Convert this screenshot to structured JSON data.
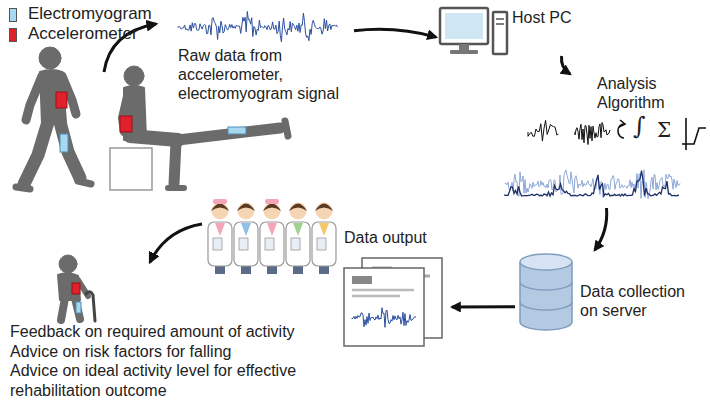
{
  "diagram": {
    "nodes": [
      {
        "text": [
          "Raw data from accelerometer, electromyogram signal"
        ]
      },
      {
        "text": [
          "Host PC"
        ]
      },
      {
        "text": [
          "Analysis Algorithm"
        ]
      },
      {
        "text": [
          "Data collection on server"
        ]
      },
      {
        "text": [
          "Data output"
        ]
      }
    ],
    "edges": [
      {
        "from": 0,
        "to": 1,
        "arrow": "to"
      },
      {
        "from": 1,
        "to": 2,
        "arrow": "to"
      },
      {
        "from": 2,
        "to": 3,
        "arrow": "to"
      },
      {
        "from": 3,
        "to": 4,
        "arrow": "to"
      }
    ],
    "labels": [
      "∫",
      "Σ",
      "Feedback on required amount of activity",
      "Advice on risk factors for falling",
      "Advice on ideal activity level for effective rehabilitation outcome"
    ],
    "legend": [
      {
        "text": "Electromyogram",
        "color": "#a8d8f0"
      },
      {
        "text": "Accelerometer",
        "color": "#e0202a"
      }
    ]
  }
}
